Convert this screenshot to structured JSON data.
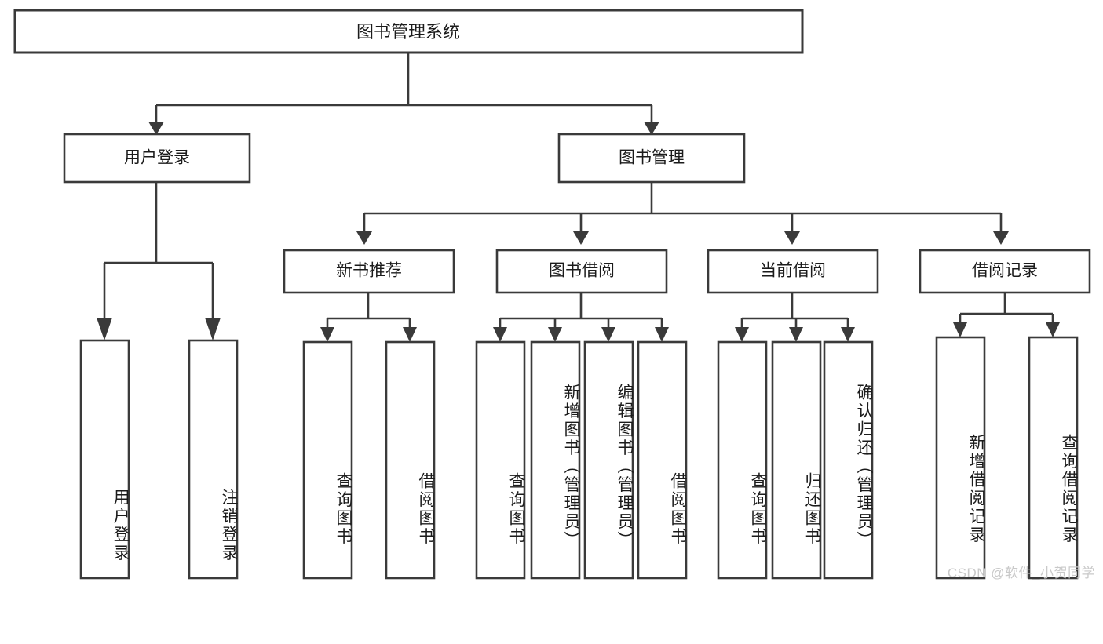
{
  "diagram": {
    "type": "tree",
    "title": "图书管理系统",
    "orientation": "top-down",
    "colors": {
      "box_fill": "#ffffff",
      "box_stroke": "#3a3a3a",
      "text": "#1b1b1b",
      "watermark": "#c9c9c9",
      "background": "#ffffff"
    },
    "root": {
      "label": "图书管理系统",
      "text_orientation": "horizontal"
    },
    "level2": [
      {
        "label": "用户登录",
        "text_orientation": "horizontal"
      },
      {
        "label": "图书管理",
        "text_orientation": "horizontal"
      }
    ],
    "level3": [
      {
        "label": "新书推荐",
        "text_orientation": "horizontal"
      },
      {
        "label": "图书借阅",
        "text_orientation": "horizontal"
      },
      {
        "label": "当前借阅",
        "text_orientation": "horizontal"
      },
      {
        "label": "借阅记录",
        "text_orientation": "horizontal"
      }
    ],
    "leaves": {
      "user_login": [
        {
          "label": "用户登录",
          "text_orientation": "vertical"
        },
        {
          "label": "注销登录",
          "text_orientation": "vertical"
        }
      ],
      "new_book_recommend": [
        {
          "label": "查询图书",
          "text_orientation": "vertical"
        },
        {
          "label": "借阅图书",
          "text_orientation": "vertical"
        }
      ],
      "book_borrow": [
        {
          "label": "查询图书",
          "text_orientation": "vertical"
        },
        {
          "label": "新增图书（管理员）",
          "text_orientation": "vertical"
        },
        {
          "label": "编辑图书（管理员）",
          "text_orientation": "vertical"
        },
        {
          "label": "借阅图书",
          "text_orientation": "vertical"
        }
      ],
      "current_borrow": [
        {
          "label": "查询图书",
          "text_orientation": "vertical"
        },
        {
          "label": "归还图书",
          "text_orientation": "vertical"
        },
        {
          "label": "确认归还（管理员）",
          "text_orientation": "vertical"
        }
      ],
      "borrow_record": [
        {
          "label": "新增借阅记录",
          "text_orientation": "vertical"
        },
        {
          "label": "查询借阅记录",
          "text_orientation": "vertical"
        }
      ]
    },
    "edges": [
      {
        "from": "图书管理系统",
        "to": "用户登录"
      },
      {
        "from": "图书管理系统",
        "to": "图书管理"
      },
      {
        "from": "用户登录",
        "to": "用户登录"
      },
      {
        "from": "用户登录",
        "to": "注销登录"
      },
      {
        "from": "图书管理",
        "to": "新书推荐"
      },
      {
        "from": "图书管理",
        "to": "图书借阅"
      },
      {
        "from": "图书管理",
        "to": "当前借阅"
      },
      {
        "from": "图书管理",
        "to": "借阅记录"
      },
      {
        "from": "新书推荐",
        "to": "查询图书"
      },
      {
        "from": "新书推荐",
        "to": "借阅图书"
      },
      {
        "from": "图书借阅",
        "to": "查询图书"
      },
      {
        "from": "图书借阅",
        "to": "新增图书（管理员）"
      },
      {
        "from": "图书借阅",
        "to": "编辑图书（管理员）"
      },
      {
        "from": "图书借阅",
        "to": "借阅图书"
      },
      {
        "from": "当前借阅",
        "to": "查询图书"
      },
      {
        "from": "当前借阅",
        "to": "归还图书"
      },
      {
        "from": "当前借阅",
        "to": "确认归还（管理员）"
      },
      {
        "from": "借阅记录",
        "to": "新增借阅记录"
      },
      {
        "from": "借阅记录",
        "to": "查询借阅记录"
      }
    ]
  },
  "watermark": {
    "text": "CSDN @软件_小贺同学"
  }
}
